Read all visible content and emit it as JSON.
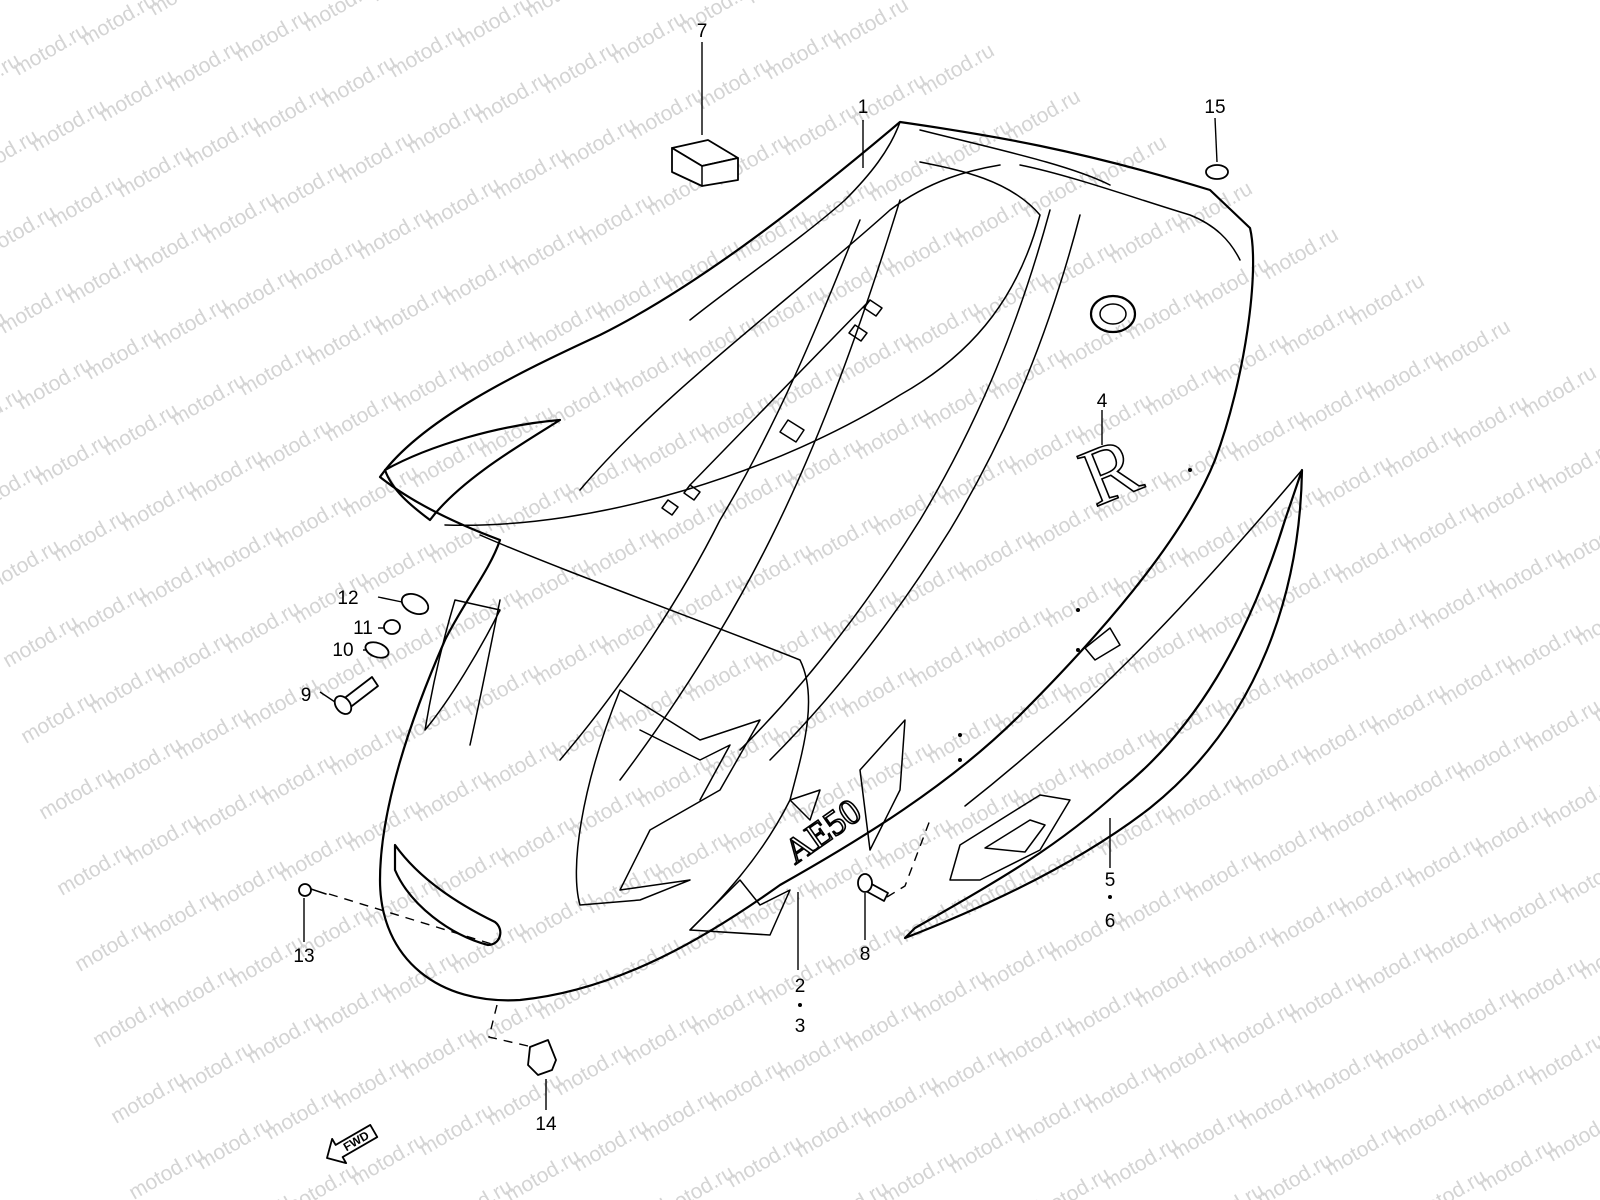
{
  "watermark": {
    "text": "motod.ru",
    "color": "#d4d4d4"
  },
  "arrow": {
    "text": "FWD"
  },
  "logos": {
    "emblem": "R",
    "model_badge": "AE50"
  },
  "callouts": [
    "1",
    "2",
    "3",
    "4",
    "5",
    "6",
    "7",
    "8",
    "9",
    "10",
    "11",
    "12",
    "13",
    "14",
    "15"
  ],
  "colors": {
    "line": "#000000",
    "background": "#ffffff"
  }
}
